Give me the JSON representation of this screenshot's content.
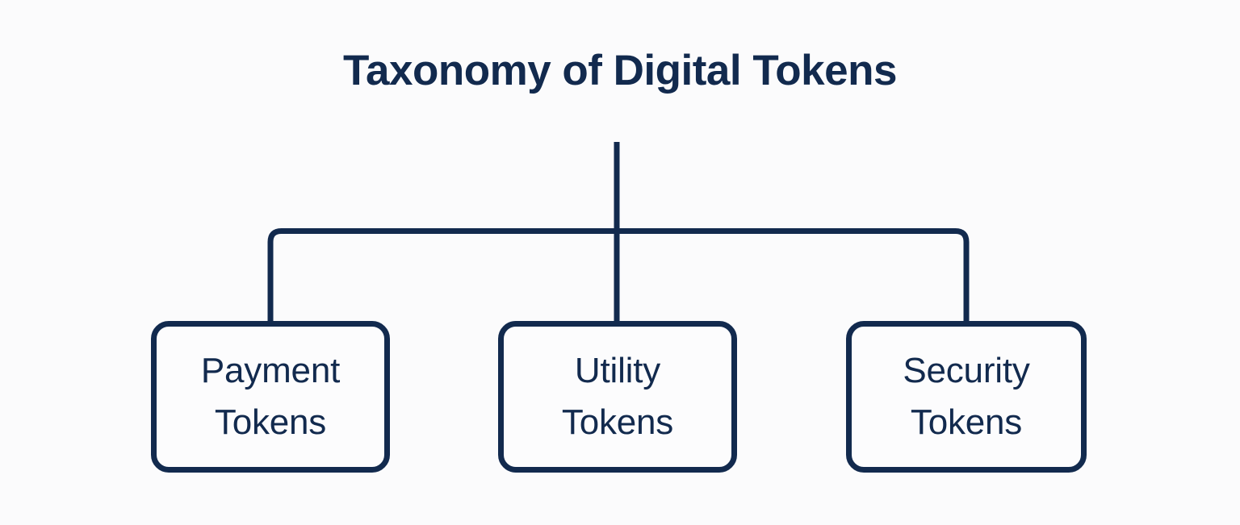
{
  "diagram": {
    "type": "tree-hierarchy",
    "title": "Taxonomy of Digital Tokens",
    "background_color": "#fbfbfc",
    "stroke_color": "#122a4e",
    "text_color": "#122a4e",
    "root": {
      "label": "Taxonomy of Digital Tokens"
    },
    "nodes": [
      {
        "id": "payment-tokens",
        "label": "Payment\nTokens",
        "line1": "Payment",
        "line2": "Tokens"
      },
      {
        "id": "utility-tokens",
        "label": "Utility\nTokens",
        "line1": "Utility",
        "line2": "Tokens"
      },
      {
        "id": "security-tokens",
        "label": "Security\nTokens",
        "line1": "Security",
        "line2": "Tokens"
      }
    ],
    "connectors": {
      "trunk": "vertical line from title down to horizontal bus",
      "bus": "horizontal bus with rounded corners spanning the three branches",
      "branches": 3
    }
  }
}
